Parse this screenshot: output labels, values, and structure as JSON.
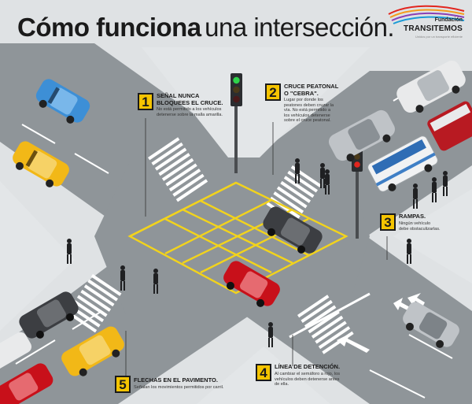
{
  "header": {
    "title_bold": "Cómo funciona",
    "title_light": "una intersección."
  },
  "logo": {
    "small_label": "Fundación",
    "name": "TRANSITEMOS",
    "tagline": "Unidos por un transporte eficiente"
  },
  "callouts": [
    {
      "number": "1",
      "title_lines": [
        "SEÑAL NUNCA",
        "BLOQUEES EL CRUCE."
      ],
      "desc_lines": [
        "No está permitido a los vehículos",
        "detenerse sobre la malla amarilla."
      ]
    },
    {
      "number": "2",
      "title_lines": [
        "CRUCE PEATONAL",
        "O \"CEBRA\"."
      ],
      "desc_lines": [
        "Lugar por donde los",
        "peatones deben cruzar la",
        "vía. No está permitido a",
        "los vehículos detenerse",
        "sobre el cruce peatonal."
      ]
    },
    {
      "number": "3",
      "title_lines": [
        "RAMPAS."
      ],
      "desc_lines": [
        "Ningún vehículo",
        "debe obstaculizarlas."
      ]
    },
    {
      "number": "4",
      "title_lines": [
        "LÍNEA DE DETENCIÓN."
      ],
      "desc_lines": [
        "Al cambiar el semáforo a rojo, los",
        "vehículos deben detenerse antes",
        "de ella."
      ]
    },
    {
      "number": "5",
      "title_lines": [
        "FLECHAS EN EL PAVIMENTO."
      ],
      "desc_lines": [
        "Señalan los movimientos permitidos por carril."
      ]
    }
  ],
  "colors": {
    "road": "#8f9599",
    "sidewalk": "#dcdfe1",
    "box_junction": "#f2d31c",
    "badge": "#f5c400",
    "car_blue": "#3d8fd6",
    "car_yellow": "#f2b817",
    "car_red": "#c8101a",
    "car_dark": "#3c3e42",
    "car_white": "#e9eaeb",
    "car_silver": "#bfc3c7",
    "bus_red": "#b81a22",
    "bus_white": "#f1f2f3"
  },
  "icons": [
    "traffic-light-icon",
    "pedestrian-icon",
    "turn-arrow-icon",
    "car-icon",
    "bus-icon"
  ]
}
